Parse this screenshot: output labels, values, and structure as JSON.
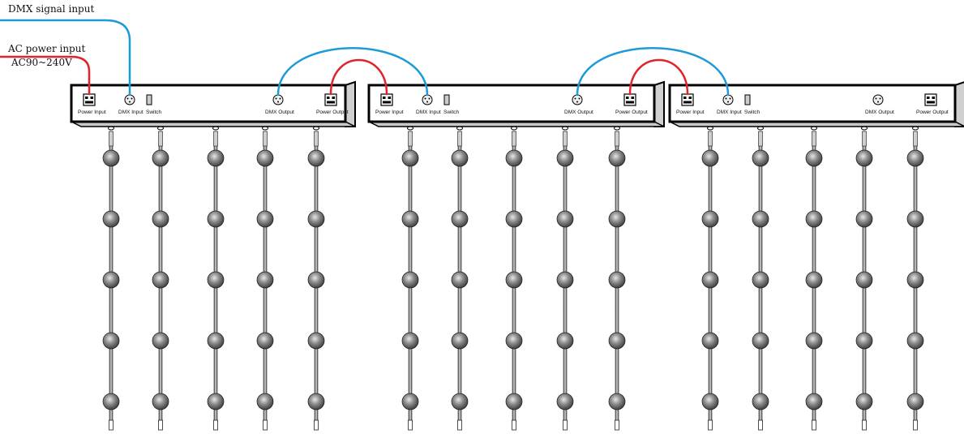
{
  "inputs": {
    "dmx_signal": "DMX signal input",
    "ac_power": "AC power input",
    "ac_range": "AC90~240V"
  },
  "controllers": [
    {
      "power_input": "Power Input",
      "dmx_input": "DMX Input",
      "switch": "Switch",
      "dmx_output": "DMX Output",
      "power_output": "Power Output"
    },
    {
      "power_input": "Power Input",
      "dmx_input": "DMX Input",
      "switch": "Switch",
      "dmx_output": "DMX Output",
      "power_output": "Power Output"
    },
    {
      "power_input": "Power Input",
      "dmx_input": "DMX Input",
      "switch": "Switch",
      "dmx_output": "DMX Output",
      "power_output": "Power Output"
    }
  ],
  "strands_per_controller": 5,
  "balls_per_strand": 5,
  "colors": {
    "dmx_cable": "#1e9bd7",
    "power_cable": "#e0242a",
    "outline": "#000000",
    "box_shadow": "#c9c9c9",
    "ball_dark": "#3a3a3a",
    "ball_light": "#e6e6e6"
  }
}
